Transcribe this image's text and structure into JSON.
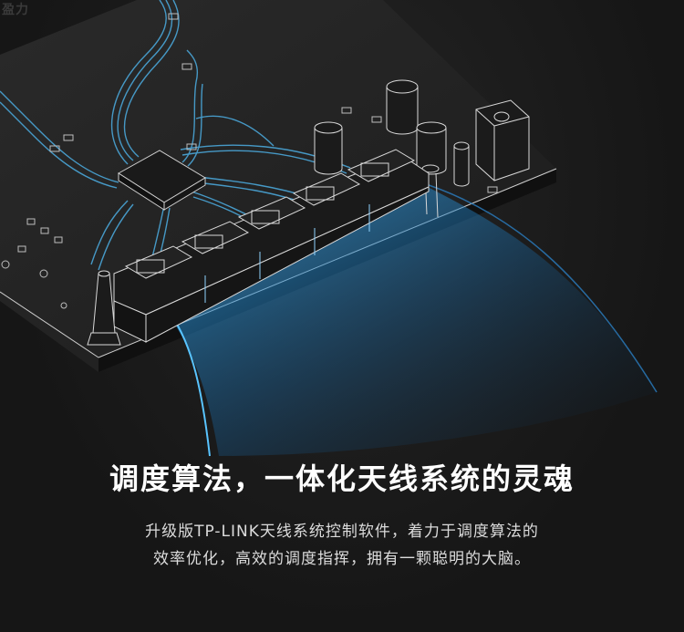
{
  "watermark": "盈力",
  "headline": "调度算法，一体化天线系统的灵魂",
  "description": {
    "line1": "升级版TP-LINK天线系统控制软件，着力于调度算法的",
    "line2": "效率优化，高效的调度指挥，拥有一颗聪明的大脑。"
  },
  "colors": {
    "background": "#161616",
    "accent": "#1aa3ff",
    "trace": "#4aa6d8",
    "outline": "#d0d0d0"
  },
  "icons": [
    "circuit-board-illustration",
    "ethernet-port-icon",
    "capacitor-icon",
    "chip-icon",
    "light-beam"
  ]
}
